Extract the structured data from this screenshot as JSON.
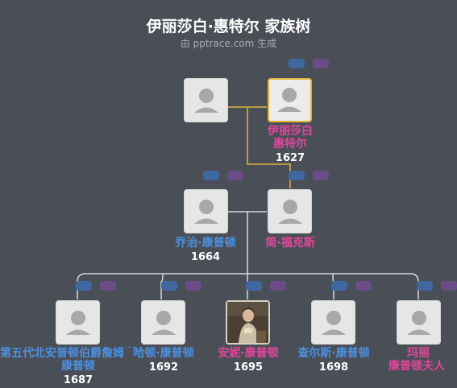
{
  "header": {
    "title": "伊丽莎白·惠特尔 家族树",
    "subtitle": "由 pptrace.com 生成"
  },
  "people": {
    "p_unknown": {
      "name": "",
      "year": ""
    },
    "p_elizabeth": {
      "name_line1": "伊丽莎白",
      "name_line2": "惠特尔",
      "year": "1627"
    },
    "p_george": {
      "name": "乔治·康普顿",
      "year": "1664"
    },
    "p_jane": {
      "name": "简·福克斯",
      "year": ""
    },
    "p_fifth_earl": {
      "name_line1": "第五代北安普顿伯爵詹姆斯",
      "name_line2": "康普顿",
      "year": "1687"
    },
    "p_hatton": {
      "name": "哈顿·康普顿",
      "year": "1692"
    },
    "p_anne": {
      "name": "安妮·康普顿",
      "year": "1695"
    },
    "p_charles": {
      "name": "查尔斯·康普顿",
      "year": "1698"
    },
    "p_mary": {
      "name_line1": "玛丽",
      "name_line2": "康普顿夫人",
      "year": ""
    }
  },
  "colors": {
    "background": "#4a4f57",
    "male": "#4a90e2",
    "female": "#e0479b",
    "highlight_line": "#e2b53a",
    "connector": "#d7d9dc"
  }
}
